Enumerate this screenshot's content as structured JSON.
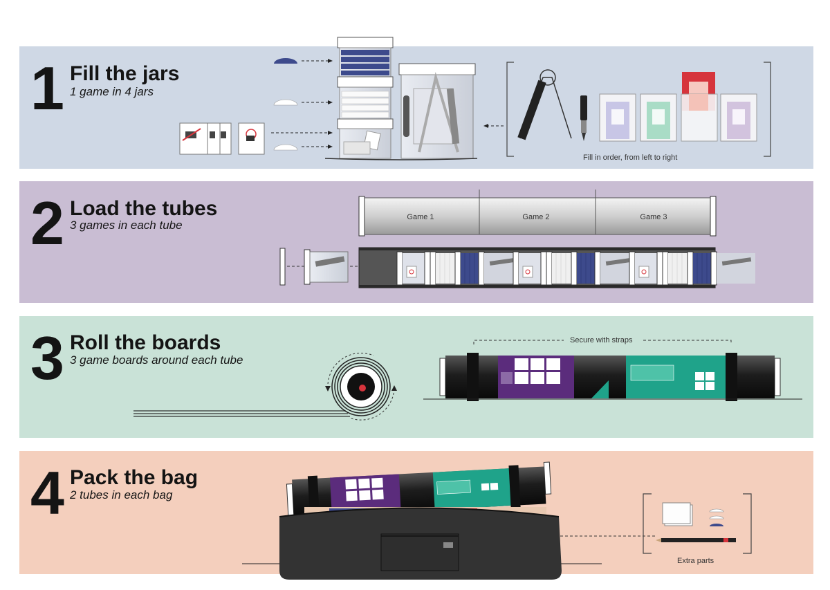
{
  "steps": [
    {
      "number": "1",
      "title": "Fill the jars",
      "subtitle": "1 game in 4 jars",
      "note": "Fill in order, from left to right"
    },
    {
      "number": "2",
      "title": "Load the tubes",
      "subtitle": "3 games in each tube",
      "games": [
        "Game 1",
        "Game 2",
        "Game 3"
      ]
    },
    {
      "number": "3",
      "title": "Roll the boards",
      "subtitle": "3 game boards around each tube",
      "note": "Secure with straps"
    },
    {
      "number": "4",
      "title": "Pack the bag",
      "subtitle": "2 tubes in each bag",
      "note": "Extra parts"
    }
  ],
  "colors": {
    "step1_band": "#cfd8e5",
    "step2_band": "#c9bdd3",
    "step3_band": "#c9e2d7",
    "step4_band": "#f4cfbd",
    "navy": "#3d4a8c",
    "purple": "#5b2c7c",
    "teal": "#1fa38a",
    "red": "#d6343c"
  }
}
